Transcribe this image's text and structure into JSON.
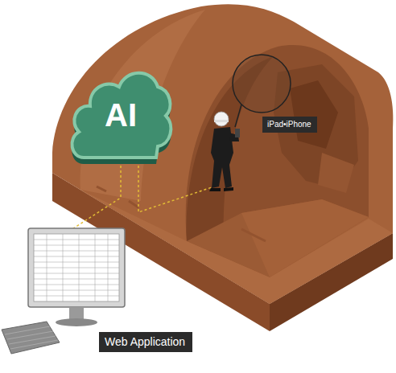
{
  "diagram": {
    "nodes": [
      {
        "text": [
          "AI"
        ]
      },
      {
        "text": [
          "iPad•iPhone"
        ]
      },
      {
        "text": [
          "Web Application"
        ]
      }
    ]
  }
}
